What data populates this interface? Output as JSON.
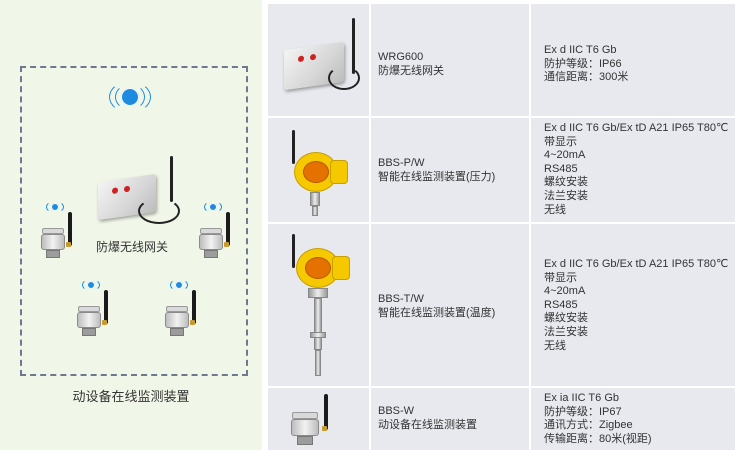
{
  "diagram": {
    "gateway_label": "防爆无线网关",
    "caption": "动设备在线监测装置",
    "signal_color": "#1e8be0",
    "icons": [
      "wifi-signal-icon",
      "gateway-device",
      "vibration-sensor-device"
    ]
  },
  "table": {
    "rows": [
      {
        "id": "wrg600",
        "model": "WRG600",
        "name": "防爆无线网关",
        "specs": [
          "Ex d IIC T6 Gb",
          "防护等级：IP66",
          "通信距离：300米"
        ]
      },
      {
        "id": "bbs-pw",
        "model": "BBS-P/W",
        "name": "智能在线监测装置(压力)",
        "specs": [
          "Ex d IIC T6 Gb/Ex tD A21 IP65 T80℃",
          "带显示",
          "4~20mA",
          "RS485",
          "螺纹安装",
          "法兰安装",
          "无线"
        ]
      },
      {
        "id": "bbs-tw",
        "model": "BBS-T/W",
        "name": "智能在线监测装置(温度)",
        "specs": [
          "Ex d IIC T6 Gb/Ex tD A21 IP65 T80℃",
          "带显示",
          "4~20mA",
          "RS485",
          "螺纹安装",
          "法兰安装",
          "无线"
        ]
      },
      {
        "id": "bbs-w",
        "model": "BBS-W",
        "name": "动设备在线监测装置",
        "specs": [
          "Ex ia IIC T6 Gb",
          "防护等级：IP67",
          "通讯方式：Zigbee",
          "传输距离：80米(视距)"
        ]
      }
    ]
  }
}
